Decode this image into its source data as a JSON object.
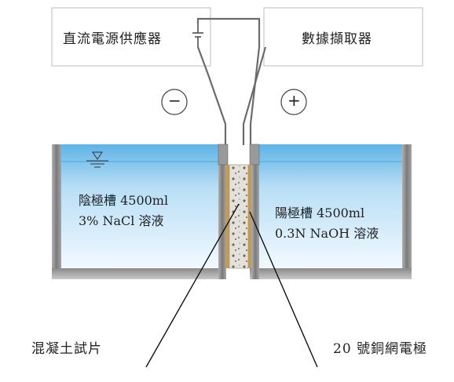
{
  "dc_power_supply_label": "直流電源供應器",
  "data_logger_label": "數據擷取器",
  "negative_sign": "−",
  "positive_sign": "+",
  "cathode_tank": {
    "line1": "陰極槽 4500ml",
    "line2": "3%  NaCl 溶液"
  },
  "anode_tank": {
    "line1": "陽極槽 4500ml",
    "line2": "0.3N NaOH 溶液"
  },
  "specimen_label": "混凝土試片",
  "mesh_label": "20 號銅網電極",
  "colors": {
    "water_top": "#5fb3e6",
    "water_bottom": "#eaf6ff",
    "wall": "#8e8e8e",
    "copper": "#c79a4e"
  }
}
